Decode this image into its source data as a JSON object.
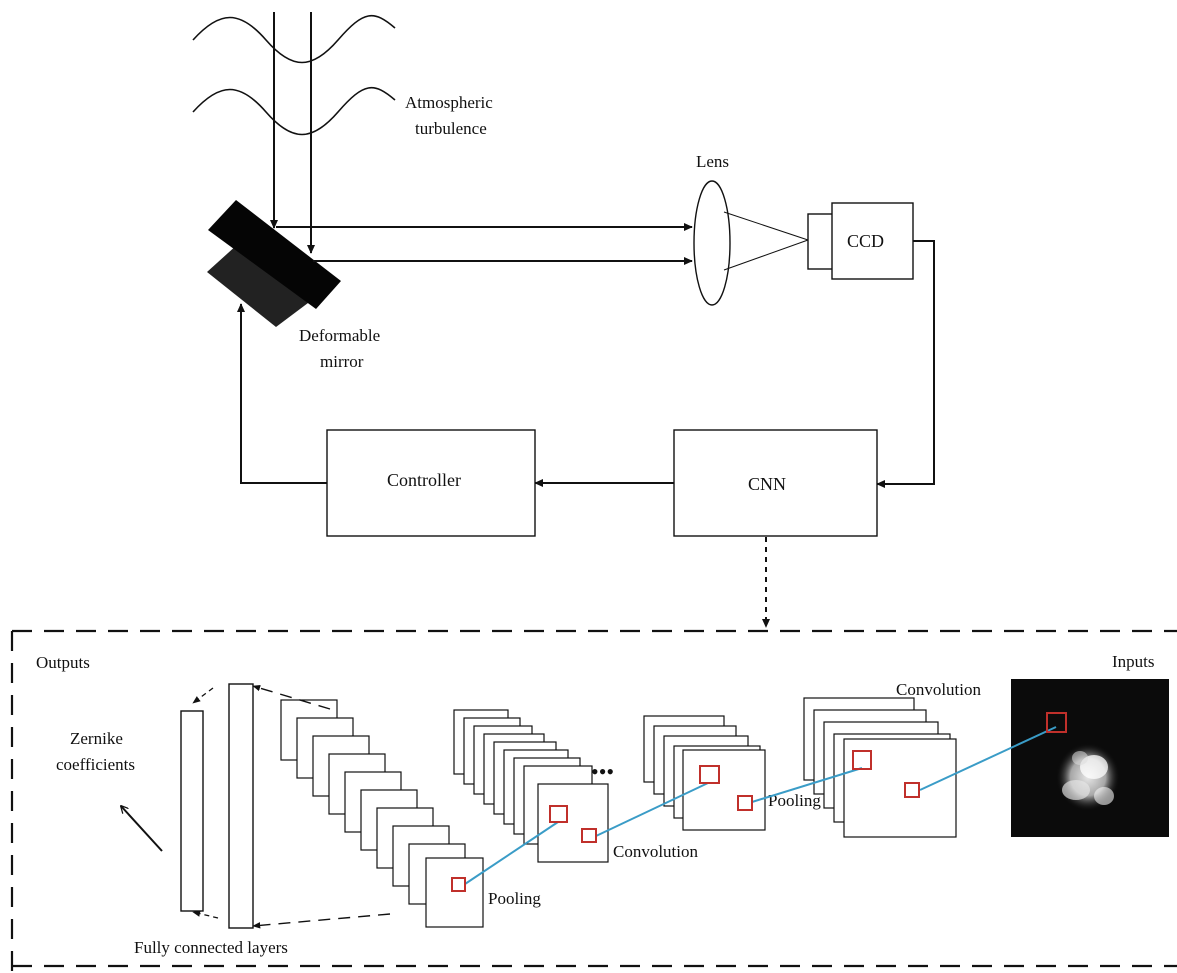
{
  "labels": {
    "turbulence_line1": "Atmospheric",
    "turbulence_line2": "turbulence",
    "lens": "Lens",
    "ccd": "CCD",
    "mirror_line1": "Deformable",
    "mirror_line2": "mirror",
    "controller": "Controller",
    "cnn": "CNN",
    "outputs": "Outputs",
    "inputs": "Inputs",
    "zernike_line1": "Zernike",
    "zernike_line2": "coefficients",
    "fully_connected": "Fully connected layers",
    "pooling_1": "Pooling",
    "convolution_1": "Convolution",
    "pooling_2": "Pooling",
    "convolution_2": "Convolution",
    "ellipsis": "•••"
  },
  "colors": {
    "line": "#111111",
    "link": "#3a9cc7",
    "receptive_box": "#c0302b",
    "input_bg": "#0b0b0b"
  }
}
